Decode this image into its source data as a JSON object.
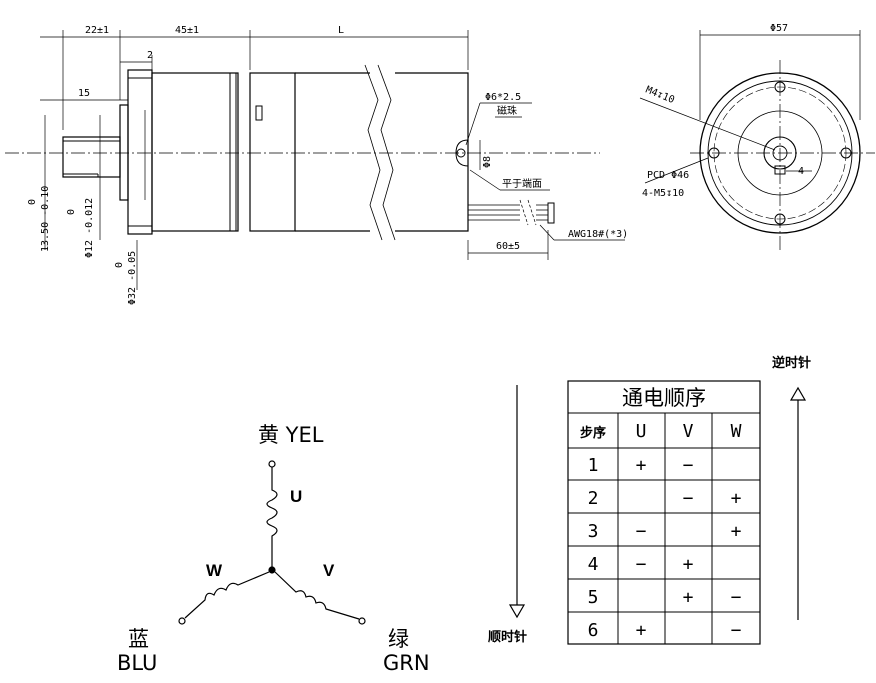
{
  "side_view": {
    "dim_22": "22±1",
    "dim_45": "45±1",
    "dim_L": "L",
    "dim_2": "2",
    "dim_15": "15",
    "dim_shaft_flat_tol": "0",
    "dim_shaft_flat": "13.50 -0.10",
    "dim_shaft_dia_tol": "0",
    "dim_shaft_dia": "Φ12 -0.012",
    "dim_pilot_tol": "0",
    "dim_pilot": "Φ32 -0.05",
    "dim_magnet": "Φ6*2.5",
    "label_magnet": "磁珠",
    "dim_8": "Φ8",
    "label_flush": "平于端面",
    "dim_lead": "60±5",
    "label_wire": "AWG18#(*3)"
  },
  "front_view": {
    "dim_dia": "Φ57",
    "label_m4": "M4↧10",
    "label_pcd": "PCD Φ46",
    "label_m5": "4-M5↧10",
    "dim_key": "4"
  },
  "winding": {
    "top_label": "黄 YEL",
    "left_cn": "蓝",
    "left_en": "BLU",
    "right_cn": "绿",
    "right_en": "GRN",
    "coil_u": "U",
    "coil_v": "V",
    "coil_w": "W"
  },
  "sequence": {
    "title": "通电顺序",
    "headers": [
      "步序",
      "U",
      "V",
      "W"
    ],
    "rows": [
      [
        "1",
        "+",
        "−",
        ""
      ],
      [
        "2",
        "",
        "−",
        "+"
      ],
      [
        "3",
        "−",
        "",
        "+"
      ],
      [
        "4",
        "−",
        "+",
        ""
      ],
      [
        "5",
        "",
        "+",
        "−"
      ],
      [
        "6",
        "+",
        "",
        "−"
      ]
    ],
    "ccw_label": "逆时针",
    "cw_label": "顺时针"
  }
}
